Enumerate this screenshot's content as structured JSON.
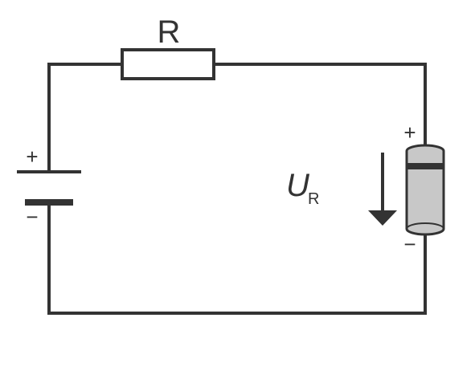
{
  "diagram": {
    "resistor_label": "R",
    "voltage_symbol": "U",
    "voltage_subscript": "R",
    "battery_plus": "+",
    "battery_minus": "−",
    "component_plus": "+",
    "component_minus": "−",
    "colors": {
      "line": "#333333",
      "component_fill": "#c8c8c8",
      "background": "#ffffff"
    }
  }
}
